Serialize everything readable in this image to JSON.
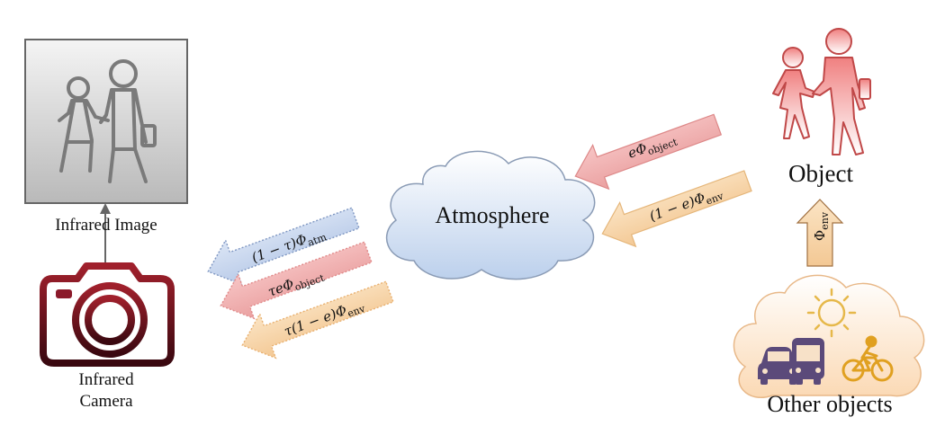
{
  "labels": {
    "infrared_image": "Infrared Image",
    "infrared_camera_line1": "Infrared",
    "infrared_camera_line2": "Camera",
    "atmosphere": "Atmosphere",
    "object": "Object",
    "other_objects": "Other objects"
  },
  "arrows": {
    "e_phi_object": "eΦ",
    "e_phi_object_sub": "object",
    "one_minus_e_phi_env": "(1 − e)Φ",
    "one_minus_e_phi_env_sub": "env",
    "phi_env_vertical": "Φ",
    "phi_env_vertical_sub": "env",
    "atm_term": "(1 − τ)Φ",
    "atm_term_sub": "atm",
    "tau_e_phi_object": "τeΦ",
    "tau_e_phi_object_sub": "object",
    "tau_one_minus_e_phi_env": "τ(1 − e)Φ",
    "tau_one_minus_e_phi_env_sub": "env"
  },
  "colors": {
    "camera": "#8b1a2a",
    "object_figure": "#e06060",
    "other_objects_vehicle": "#5b4a7a",
    "other_objects_accent": "#e0a020",
    "atmosphere_cloud": "#c9d8ee",
    "arrow_object": "#f0b0b0",
    "arrow_env": "#f5d7a8",
    "arrow_atm": "#c8d6ee"
  },
  "icons": {
    "infrared_image": "pedestrians-icon",
    "camera": "camera-icon",
    "object": "pedestrians-icon",
    "sun": "sun-icon",
    "car": "car-icon",
    "bus": "bus-icon",
    "cyclist": "cyclist-icon"
  }
}
